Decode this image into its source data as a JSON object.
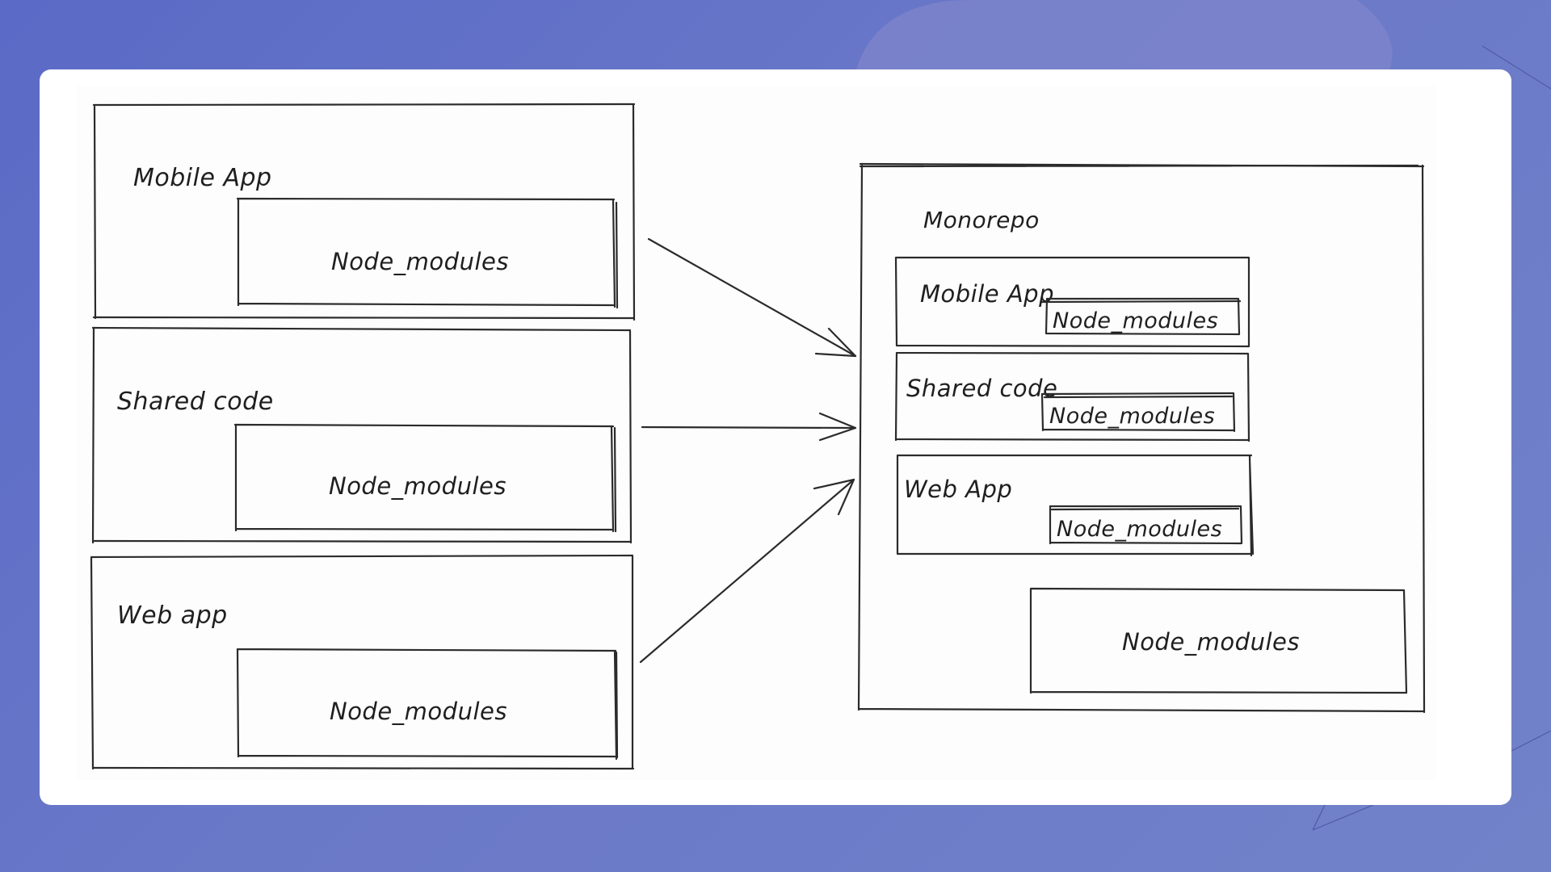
{
  "diagram": {
    "left": {
      "mobile_app": {
        "title": "Mobile App",
        "modules": "Node_modules"
      },
      "shared_code": {
        "title": "Shared code",
        "modules": "Node_modules"
      },
      "web_app": {
        "title": "Web app",
        "modules": "Node_modules"
      }
    },
    "monorepo": {
      "title": "Monorepo",
      "mobile_app": {
        "title": "Mobile App",
        "modules": "Node_modules"
      },
      "shared_code": {
        "title": "Shared code",
        "modules": "Node_modules"
      },
      "web_app": {
        "title": "Web App",
        "modules": "Node_modules"
      },
      "root_modules": "Node_modules"
    }
  },
  "colors": {
    "background": "#5f6ec7",
    "card": "#ffffff",
    "ink": "#2b2b2b"
  }
}
